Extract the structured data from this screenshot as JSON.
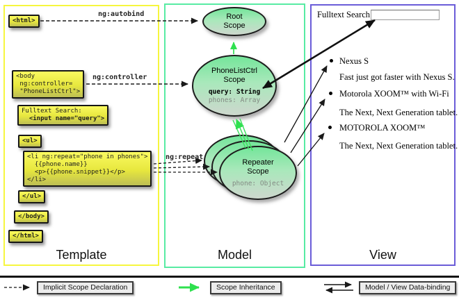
{
  "panels": {
    "template": "Template",
    "model": "Model",
    "view": "View"
  },
  "template_code": {
    "html_open": "<html>",
    "body_open": [
      "<body",
      " ng:controller=",
      " \"PhoneListCtrl\">"
    ],
    "fulltext": [
      "Fulltext Search:",
      "  <input name=\"query\">"
    ],
    "ul_open": "<ul>",
    "li_repeat": [
      "<li ng:repeat=\"phone in phones\">",
      "  {{phone.name}}",
      "  <p>{{phone.snippet}}</p>",
      "</li>"
    ],
    "ul_close": "</ul>",
    "body_close": "</body>",
    "html_close": "</html>"
  },
  "edges": {
    "autobind": "ng:autobind",
    "controller": "ng:controller",
    "repeat": "ng:repeat"
  },
  "scopes": {
    "root": {
      "line1": "Root",
      "line2": "Scope"
    },
    "phonelist": {
      "line1": "PhoneListCtrl",
      "line2": "Scope",
      "prop1": "query: String",
      "prop2": "phones: Array"
    },
    "repeater": {
      "line1": "Repeater",
      "line2": "Scope",
      "prop1": "phone: Object"
    }
  },
  "view": {
    "search_label": "Fulltext Search:",
    "search_value": "",
    "items": [
      {
        "name": "Nexus S",
        "snippet": "Fast just got faster with Nexus S."
      },
      {
        "name": "Motorola XOOM™ with Wi-Fi",
        "snippet": "The Next, Next Generation tablet."
      },
      {
        "name": "MOTOROLA XOOM™",
        "snippet": "The Next, Next Generation tablet."
      }
    ]
  },
  "legend": {
    "implicit": "Implicit Scope Declaration",
    "inheritance": "Scope Inheritance",
    "databinding": "Model / View Data-binding"
  },
  "colors": {
    "template_border": "#f6f63e",
    "model_border": "#57eba3",
    "view_border": "#6a5cd8",
    "code_box_top": "#fafa60",
    "code_box_bottom": "#bdbe54",
    "scope_top": "#74e59a",
    "scope_bottom": "#cdd7cd",
    "inheritance_green": "#2ee04e",
    "arrow_black": "#1a1a1a"
  }
}
